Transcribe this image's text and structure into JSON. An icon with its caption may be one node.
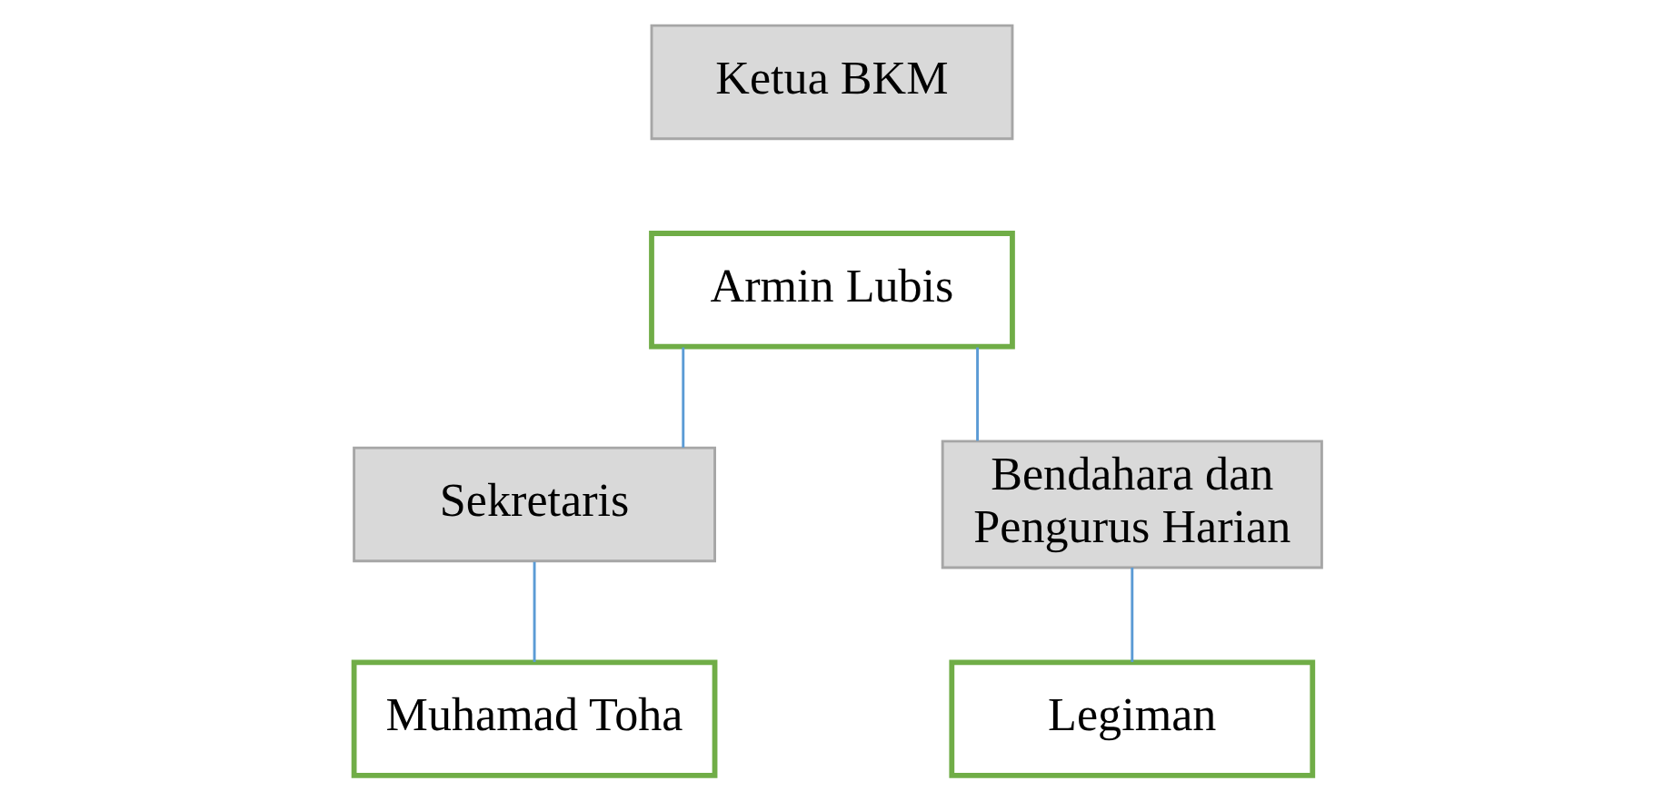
{
  "diagram": {
    "nodes": [
      {
        "text": [
          "Ketua BKM"
        ]
      },
      {
        "text": [
          "Armin Lubis"
        ]
      },
      {
        "text": [
          "Sekretaris"
        ]
      },
      {
        "text": [
          "Bendahara dan Pengurus Harian"
        ]
      },
      {
        "text": [
          "Muhamad Toha"
        ]
      },
      {
        "text": [
          "Legiman"
        ]
      }
    ],
    "edges": [
      {
        "from": 1,
        "to": 2,
        "arrow": "none"
      },
      {
        "from": 1,
        "to": 3,
        "arrow": "none"
      },
      {
        "from": 2,
        "to": 4,
        "arrow": "none"
      },
      {
        "from": 3,
        "to": 5,
        "arrow": "none"
      }
    ]
  }
}
